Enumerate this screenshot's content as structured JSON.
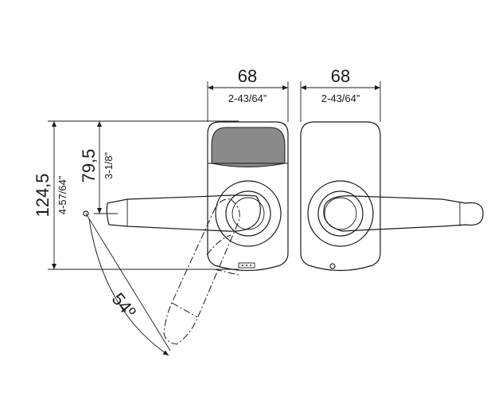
{
  "dimensions": {
    "width_left_mm": "68",
    "width_left_in": "2-43/64”",
    "width_right_mm": "68",
    "width_right_in": "2-43/64”",
    "height_total_mm": "124,5",
    "height_total_in": "4-57/64”",
    "height_lever_mm": "79,5",
    "height_lever_in": "3-1/8”",
    "rotation_angle": "54º"
  },
  "colors": {
    "line": "#1a1a1a",
    "reader_panel": "#8a8a8a"
  }
}
